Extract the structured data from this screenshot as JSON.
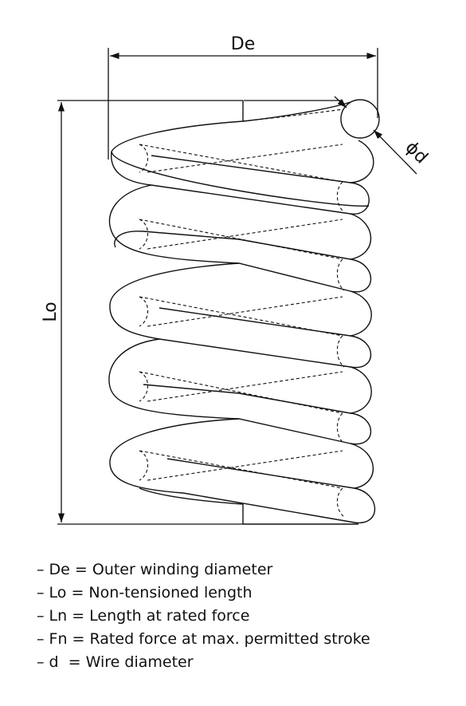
{
  "diagram": {
    "labels": {
      "outer_diameter": "De",
      "length": "Lo",
      "wire": "ϕd"
    }
  },
  "legend": {
    "items": [
      "– De = Outer winding diameter",
      "– Lo = Non-tensioned length",
      "– Ln = Length at rated force",
      "– Fn = Rated force at max. permitted stroke",
      "– d  = Wire diameter"
    ]
  }
}
